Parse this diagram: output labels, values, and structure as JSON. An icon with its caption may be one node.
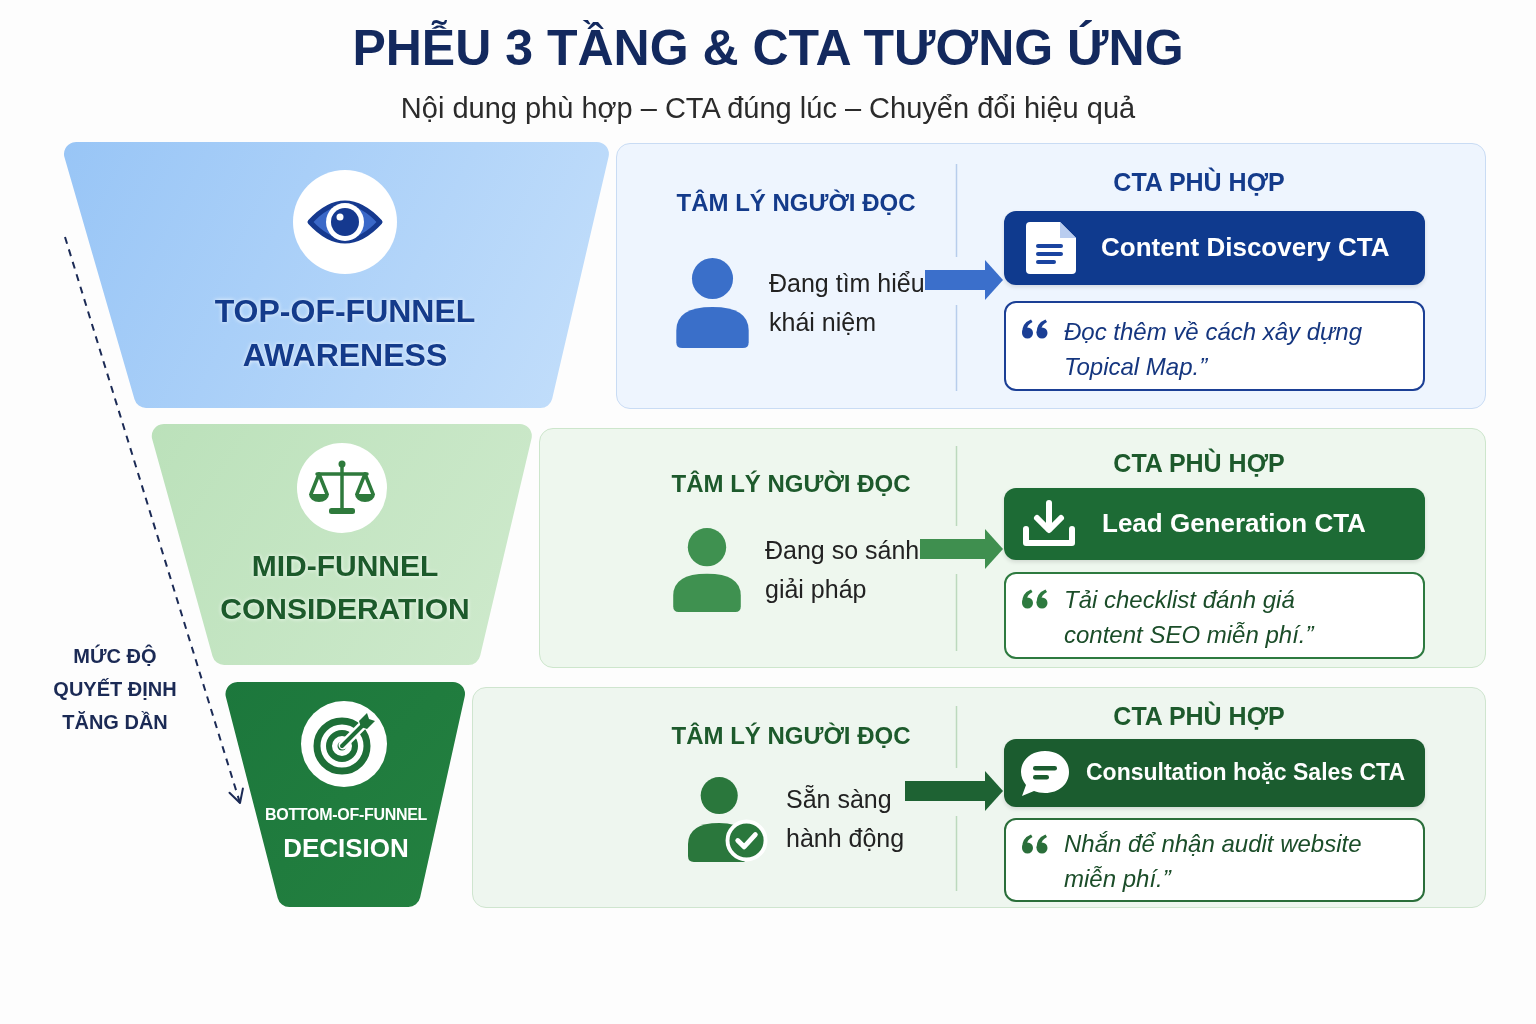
{
  "diagram": {
    "title": "PHỄU 3 TẦNG & CTA TƯƠNG ỨNG",
    "nodes": [
      {
        "text": [
          "TOP-OF-FUNNEL",
          "AWARENESS"
        ]
      },
      {
        "text": [
          "TÂM LÝ NGƯỜI ĐỌC",
          "CTA PHÙ HỢP"
        ]
      },
      {
        "text": [
          "Đang tìm hiểu khái niệm"
        ],
        "in": 1
      },
      {
        "text": [
          "Content Discovery CTA"
        ],
        "in": 1
      },
      {
        "text": [
          "Đọc thêm về cách xây dựng Topical Map.”"
        ],
        "in": 1
      },
      {
        "text": [
          "MID-FUNNEL",
          "CONSIDERATION"
        ]
      },
      {
        "text": [
          "TÂM LÝ NGƯỜI ĐỌC",
          "CTA PHÙ HỢP"
        ]
      },
      {
        "text": [
          "Đang so sánh giải pháp"
        ],
        "in": 6
      },
      {
        "text": [
          "Lead Generation CTA"
        ],
        "in": 6
      },
      {
        "text": [
          "Tải checklist đánh giá content SEO miễn phí.”"
        ],
        "in": 6
      },
      {
        "text": [
          "BOTTOM-OF-FUNNEL",
          "DECISION"
        ]
      },
      {
        "text": [
          "TÂM LÝ NGƯỜI ĐỌC",
          "CTA PHÙ HỢP"
        ]
      },
      {
        "text": [
          "Sẵn sàng hành động"
        ],
        "in": 11
      },
      {
        "text": [
          "Consultation hoặc Sales CTA"
        ],
        "in": 11
      },
      {
        "text": [
          "Nhắn để nhận audit website miễn phí.”"
        ],
        "in": 11
      }
    ],
    "edges": [
      {
        "from": 2,
        "to": 3,
        "arrow": "to",
        "color": "#3b6fcb"
      },
      {
        "from": 7,
        "to": 8,
        "arrow": "to",
        "color": "#3f8f4f"
      },
      {
        "from": 12,
        "to": 13,
        "arrow": "to",
        "color": "#1e6233"
      }
    ],
    "labels": [
      "Nội dung phù hợp – CTA đúng lúc – Chuyển đổi hiệu quả",
      "MỨC ĐỘ QUYẾT ĐỊNH TĂNG DẦN"
    ]
  }
}
